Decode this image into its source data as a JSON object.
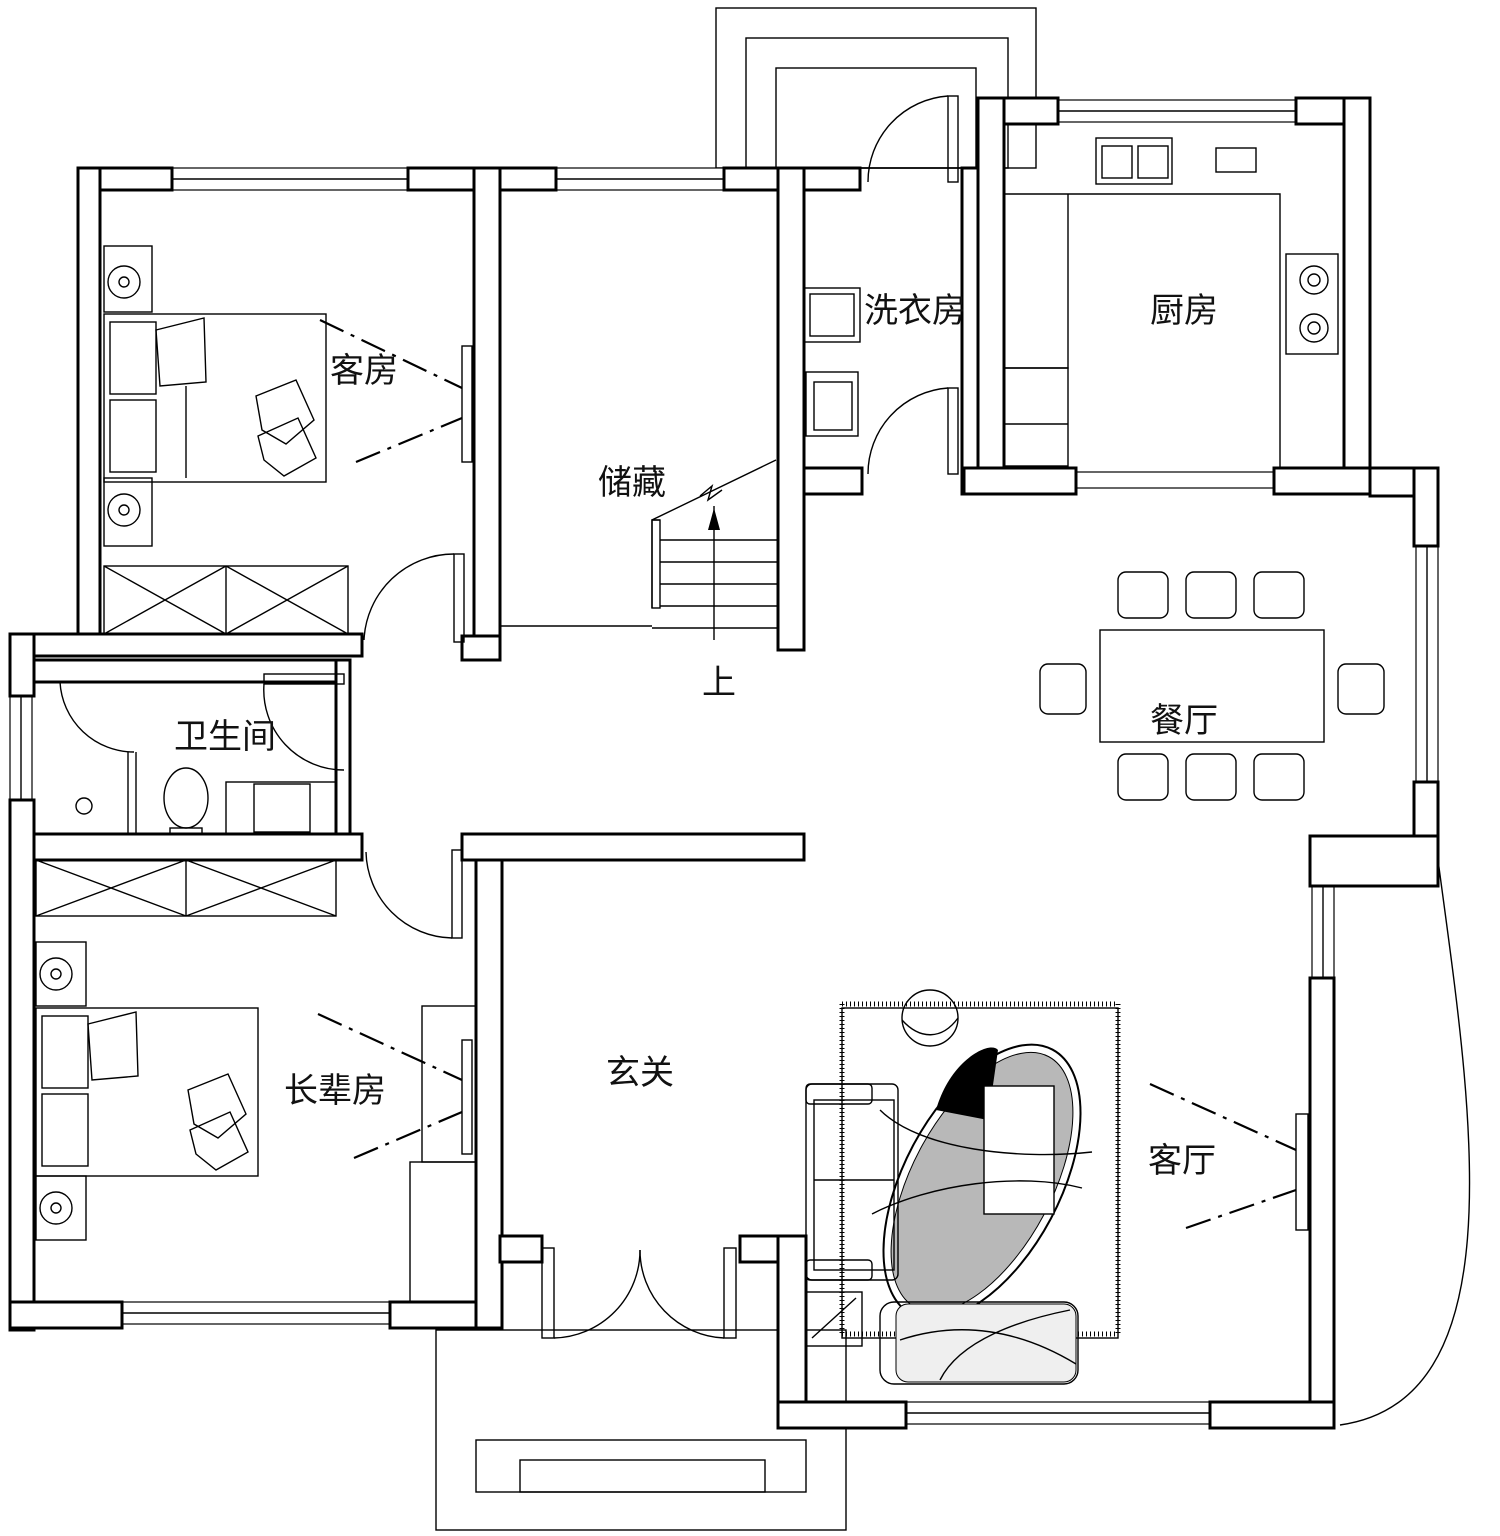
{
  "rooms": {
    "guest_room": "客房",
    "storage": "储藏",
    "laundry": "洗衣房",
    "kitchen": "厨房",
    "dining": "餐厅",
    "bathroom": "卫生间",
    "elder_room": "长辈房",
    "foyer": "玄关",
    "living": "客厅"
  },
  "stair_label": "上"
}
